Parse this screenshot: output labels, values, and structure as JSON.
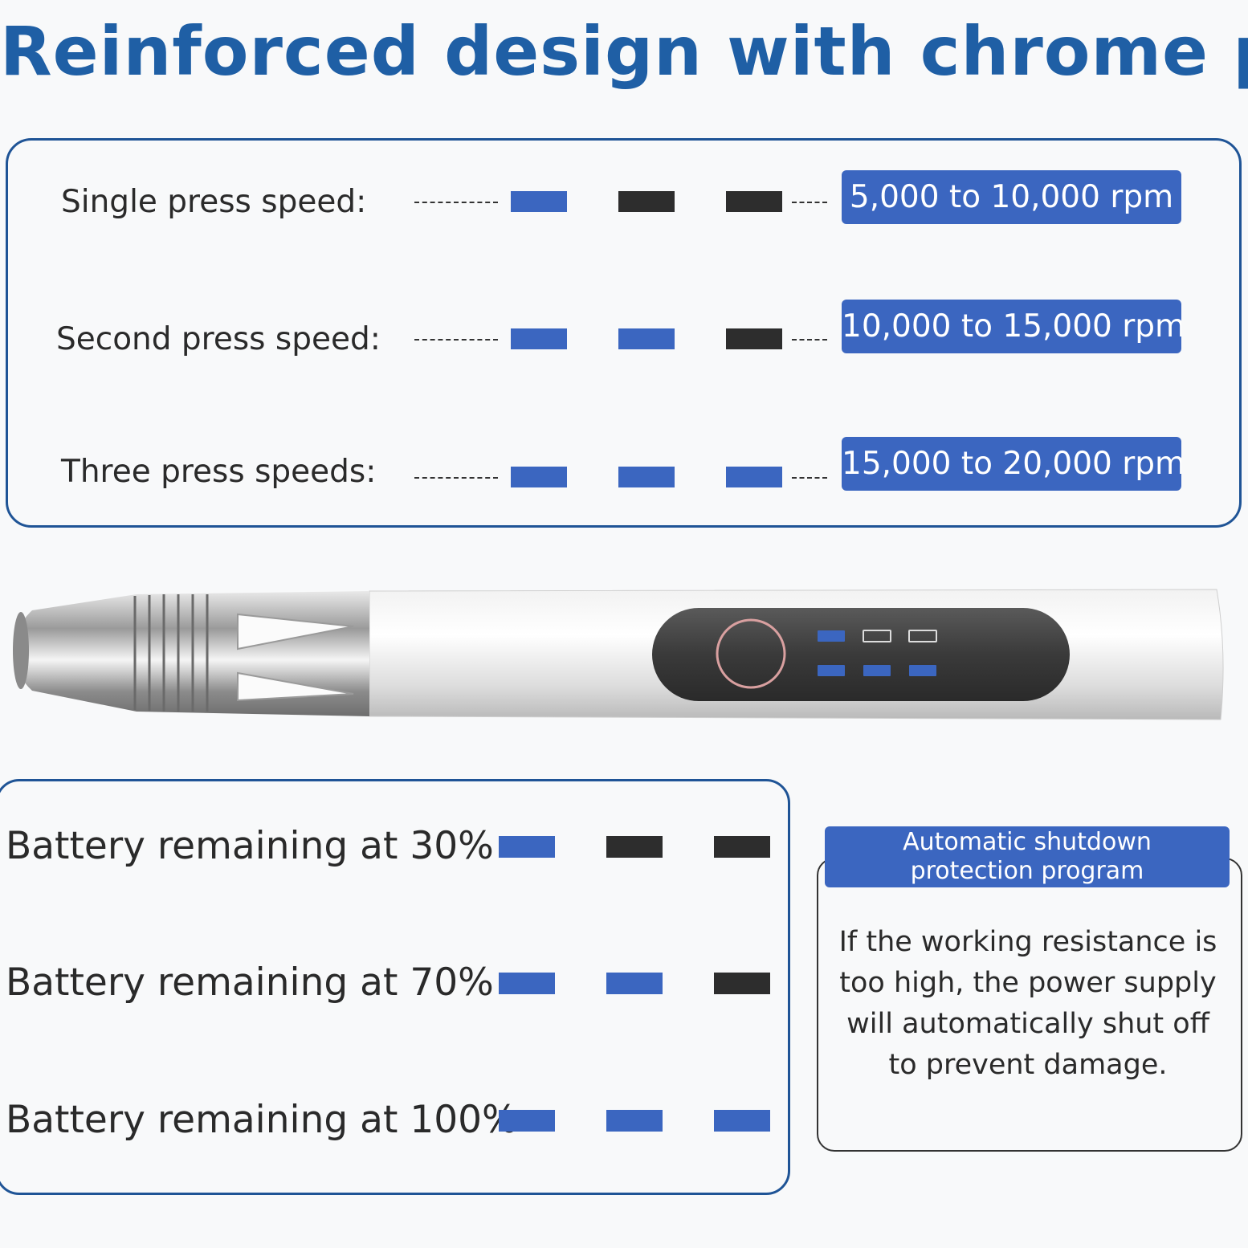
{
  "title": "Reinforced design with chrome plating",
  "colors": {
    "title": "#1f5fa5",
    "panel_border": "#1f5496",
    "indicator_on": "#3b66c0",
    "indicator_off": "#2d2d2d",
    "badge_bg": "#3b66c0",
    "badge_text": "#ffffff"
  },
  "speed_modes": [
    {
      "label": "Single press speed:",
      "rpm": "5,000 to 10,000 rpm",
      "lit": 1,
      "total": 3
    },
    {
      "label": "Second press speed:",
      "rpm": "10,000 to 15,000 rpm",
      "lit": 2,
      "total": 3
    },
    {
      "label": "Three press speeds:",
      "rpm": "15,000 to 20,000 rpm",
      "lit": 3,
      "total": 3
    }
  ],
  "device": {
    "indicator_top_row_lit": 1,
    "indicator_bottom_row_lit": 3,
    "indicators_per_row": 3,
    "power_button_icon": "power-button-icon"
  },
  "battery_levels": [
    {
      "label": "Battery remaining at 30%",
      "lit": 1,
      "total": 3
    },
    {
      "label": "Battery remaining at 70%",
      "lit": 2,
      "total": 3
    },
    {
      "label": "Battery remaining at 100%",
      "lit": 3,
      "total": 3
    }
  ],
  "shutdown": {
    "title_line1": "Automatic shutdown",
    "title_line2": "protection program",
    "body_line1": "If the working resistance is",
    "body_line2": "too high, the power supply",
    "body_line3": "will automatically shut off",
    "body_line4": "to prevent damage."
  }
}
